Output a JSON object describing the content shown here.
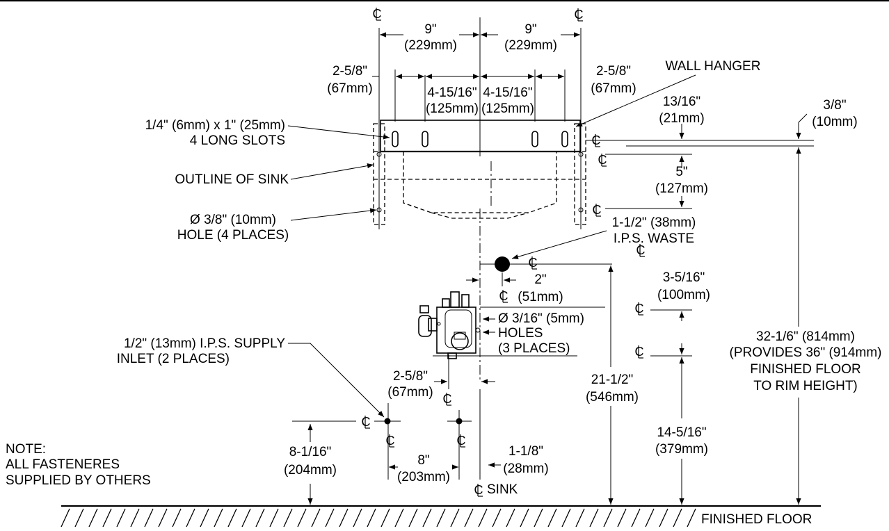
{
  "labels": {
    "dim_9_left": "9\"",
    "dim_9_left_mm": "(229mm)",
    "dim_9_right": "9\"",
    "dim_9_right_mm": "(229mm)",
    "dim_258_left": "2-5/8\"",
    "dim_258_left_mm": "(67mm)",
    "dim_258_right": "2-5/8\"",
    "dim_258_right_mm": "(67mm)",
    "dim_41516_left": "4-15/16\"",
    "dim_41516_left_mm": "(125mm)",
    "dim_41516_right": "4-15/16\"",
    "dim_41516_right_mm": "(125mm)",
    "wall_hanger": "WALL HANGER",
    "dim_1316": "13/16\"",
    "dim_1316_mm": "(21mm)",
    "dim_38": "3/8\"",
    "dim_38_mm": "(10mm)",
    "slots_1": "1/4\" (6mm) x 1\" (25mm)",
    "slots_2": "4 LONG SLOTS",
    "outline_sink": "OUTLINE OF SINK",
    "dim_5": "5\"",
    "dim_5_mm": "(127mm)",
    "hole_1": "Ø 3/8\" (10mm)",
    "hole_2": "HOLE (4 PLACES)",
    "waste_1": "1-1/2\" (38mm)",
    "waste_2": "I.P.S. WASTE",
    "dim_2": "2\"",
    "dim_2_mm": "(51mm)",
    "dim_3516": "3-5/16\"",
    "dim_3516_mm": "(100mm)",
    "holes3_1": "Ø 3/16\" (5mm)",
    "holes3_2": "HOLES",
    "holes3_3": "(3 PLACES)",
    "dim_3216_1": "32-1/6\" (814mm)",
    "dim_3216_2": "(PROVIDES 36\" (914mm)",
    "dim_3216_3": "FINISHED FLOOR",
    "dim_3216_4": "TO RIM HEIGHT)",
    "supply_1": "1/2\" (13mm) I.P.S. SUPPLY",
    "supply_2": "INLET (2 PLACES)",
    "dim_258_low": "2-5/8\"",
    "dim_258_low_mm": "(67mm)",
    "dim_2112": "21-1/2\"",
    "dim_2112_mm": "(546mm)",
    "dim_14516": "14-5/16\"",
    "dim_14516_mm": "(379mm)",
    "note_1": "NOTE:",
    "note_2": "ALL FASTENERES",
    "note_3": "SUPPLIED BY OTHERS",
    "dim_8116": "8-1/16\"",
    "dim_8116_mm": "(204mm)",
    "dim_8": "8\"",
    "dim_8_mm": "(203mm)",
    "dim_118": "1-1/8\"",
    "dim_118_mm": "(28mm)",
    "sink": "SINK",
    "finished_floor": "FINISHED FLOOR",
    "cl": "C"
  }
}
